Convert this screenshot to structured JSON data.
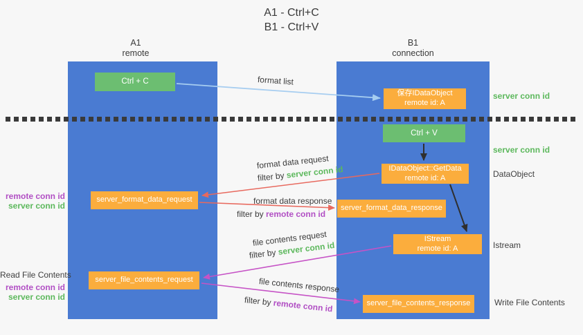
{
  "title": {
    "line1": "A1 - Ctrl+C",
    "line2": "B1 - Ctrl+V"
  },
  "lanes": {
    "left": {
      "title": "A1",
      "subtitle": "remote"
    },
    "right": {
      "title": "B1",
      "subtitle": "connection"
    }
  },
  "nodes": {
    "ctrl_c": "Ctrl + C",
    "save_idataobject_line1": "保存IDataObject",
    "save_idataobject_line2": "remote id: A",
    "ctrl_v": "Ctrl + V",
    "getdata_line1": "IDataObject::GetData",
    "getdata_line2": "remote id: A",
    "format_request": "server_format_data_request",
    "format_response": "server_format_data_response",
    "istream_line1": "IStream",
    "istream_line2": "remote id: A",
    "file_request": "server_file_contents_request",
    "file_response": "server_file_contents_response"
  },
  "edge_labels": {
    "format_list": "format list",
    "format_data_request": "format data request",
    "format_data_response": "format data response",
    "file_contents_request": "file contents request",
    "file_contents_response": "file contents response",
    "filter_by": "filter by ",
    "server_conn_id": "server conn id",
    "remote_conn_id": "remote conn id"
  },
  "side_labels": {
    "server_conn_id_top": "server conn id",
    "server_conn_id_mid": "server conn id",
    "dataobject": "DataObject",
    "istream": "Istream",
    "write_file_contents": "Write File Contents",
    "read_file_contents": "Read File Contents",
    "left_remote_conn_id": "remote conn id",
    "left_server_conn_id": "server conn id",
    "left_bottom_remote_conn_id": "remote conn id",
    "left_bottom_server_conn_id": "server conn id"
  },
  "colors": {
    "lane_blue": "#4a7bd2",
    "node_green": "#6cbe71",
    "node_orange": "#fbad3d",
    "server_conn_green": "#5cb85c",
    "remote_conn_purple": "#b14fc4",
    "arrow_red": "#e8695e",
    "arrow_magenta": "#c653c6",
    "arrow_light_blue": "#a6cdf0",
    "arrow_black": "#2f2f2f",
    "text_dark": "#3b3b3b",
    "background": "#f7f7f7"
  }
}
